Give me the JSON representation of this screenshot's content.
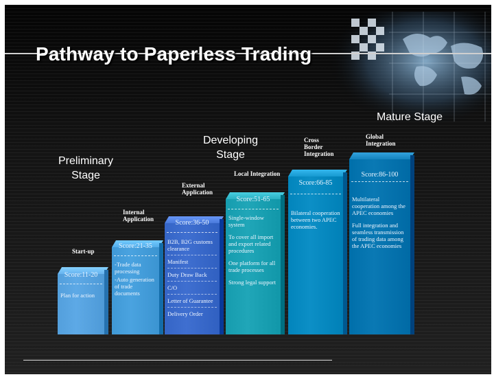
{
  "title": "Pathway to Paperless Trading",
  "stages": {
    "preliminary": "Preliminary\nStage",
    "developing": "Developing\nStage",
    "mature": "Mature Stage"
  },
  "bars": [
    {
      "name": "Start-up",
      "score": "Score:11-20",
      "items": [
        "Plan for action"
      ],
      "color": "#5da9e6"
    },
    {
      "name": "Internal\nApplication",
      "score": "Score:21-35",
      "items": [
        "-Trade data processing",
        "-Auto generation of trade documents"
      ],
      "color": "#4aa3e0"
    },
    {
      "name": "External\nApplication",
      "score": "Score:36-50",
      "items": [
        "B2B, B2G customs clearance",
        "Manifest",
        "Duty Draw Back",
        "C/O",
        "Letter of Guarantee",
        "Delivery Order"
      ],
      "color": "#3f6fd0"
    },
    {
      "name": "Local Integration",
      "score": "Score:51-65",
      "items": [
        "Single-window system",
        "To cover all import and export related procedures",
        "One platform for all trade processes",
        "Strong legal support"
      ],
      "color": "#20a6b8"
    },
    {
      "name": "Cross\nBorder\nIntegration",
      "score": "Score:66-85",
      "items": [
        "Bilateral cooperation between two APEC economies."
      ],
      "color": "#0c8fc6"
    },
    {
      "name": "Global\nIntegration",
      "score": "Score:86-100",
      "items": [
        "Multilateral cooperation among the APEC economies",
        "Full integration and seamless transmission of trading data among the APEC economies"
      ],
      "color": "#0a79b4"
    }
  ]
}
